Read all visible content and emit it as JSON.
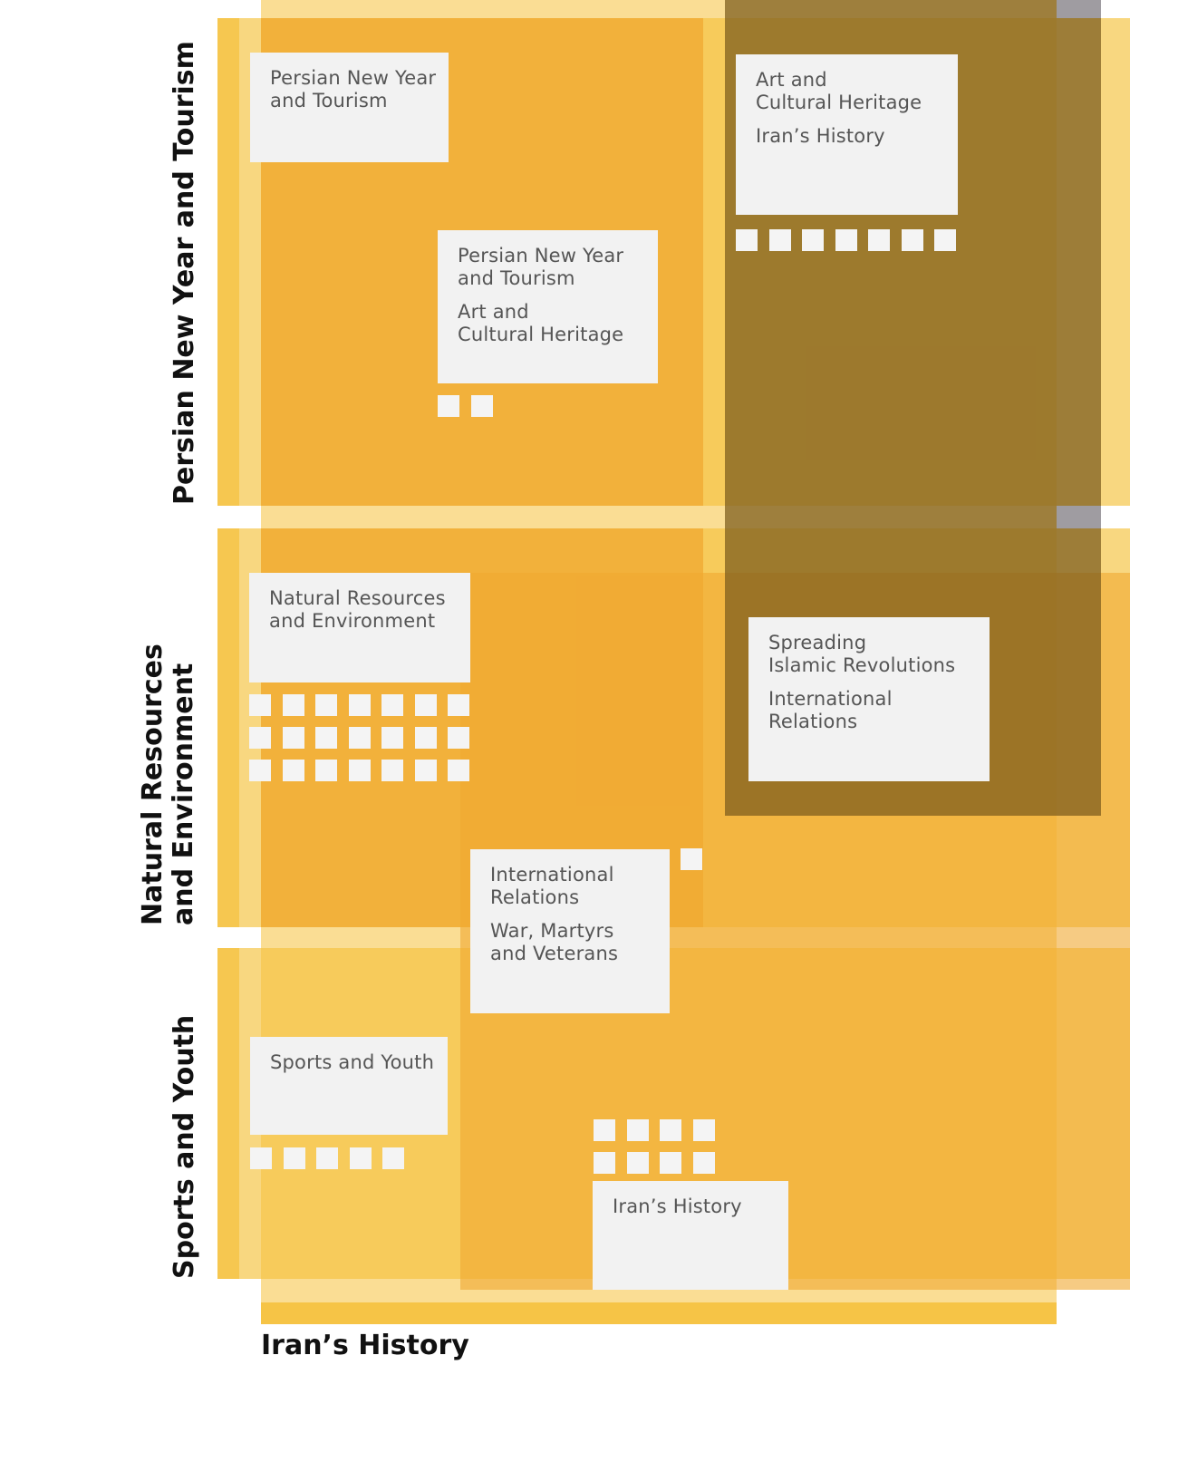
{
  "axes": {
    "rows": [
      {
        "id": "persian",
        "label_lines": [
          "Persian New Year and Tourism"
        ]
      },
      {
        "id": "natural",
        "label_lines": [
          "Natural Resources",
          "and Environment"
        ]
      },
      {
        "id": "sports",
        "label_lines": [
          "Sports and Youth"
        ]
      }
    ],
    "column": {
      "label": "Iran’s History"
    }
  },
  "colors": {
    "row_band": "#f5c13c",
    "column_band": "#f0a830",
    "overlap_dark": "#7a5a1c",
    "grey_strip": "#9f9fa8",
    "card": "#f2f2f2",
    "marker": "#f4f4f4"
  },
  "cards": [
    {
      "id": "c1",
      "entries": [
        [
          "Persian New Year",
          "and Tourism"
        ]
      ],
      "marker_count": 0
    },
    {
      "id": "c2",
      "entries": [
        [
          "Art and",
          "Cultural Heritage"
        ],
        [
          "Iran’s History"
        ]
      ],
      "marker_count": 7
    },
    {
      "id": "c3",
      "entries": [
        [
          "Persian New Year",
          "and Tourism"
        ],
        [
          "Art and",
          "Cultural Heritage"
        ]
      ],
      "marker_count": 2
    },
    {
      "id": "c4",
      "entries": [
        [
          "Natural Resources",
          "and Environment"
        ]
      ],
      "marker_count": 21
    },
    {
      "id": "c5",
      "entries": [
        [
          "Spreading",
          "Islamic Revolutions"
        ],
        [
          "International",
          "Relations"
        ]
      ],
      "marker_count": 0
    },
    {
      "id": "c6",
      "entries": [
        [
          "International",
          "Relations"
        ],
        [
          "War, Martyrs",
          "and Veterans"
        ]
      ],
      "marker_count": 1
    },
    {
      "id": "c7",
      "entries": [
        [
          "Sports and Youth"
        ]
      ],
      "marker_count": 5
    },
    {
      "id": "c8",
      "entries": [
        [
          "Iran’s History"
        ]
      ],
      "marker_count": 8
    }
  ]
}
